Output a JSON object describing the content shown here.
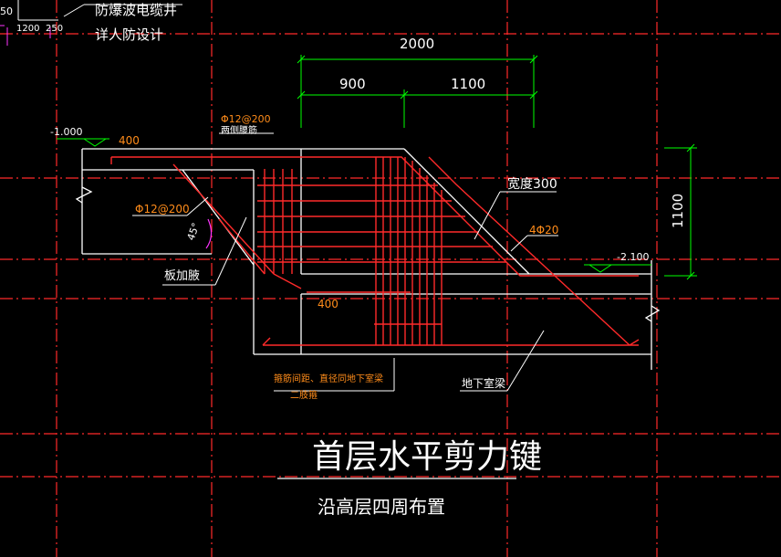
{
  "header": {
    "note_line1": "防爆波电缆井",
    "note_line2": "详人防设计",
    "corner_dims": [
      "50",
      "1200",
      "250"
    ]
  },
  "dimensions": {
    "total_width": "2000",
    "left_part": "900",
    "right_part": "1100",
    "height": "1100"
  },
  "levels": {
    "upper": "-1.000",
    "lower": "-2.100"
  },
  "annotations": {
    "top_bar": "400",
    "bottom_bar": "400",
    "waist_rebar": "Φ12@200",
    "waist_rebar_note": "两侧腰筋",
    "slab_rebar": "Φ12@200",
    "angle": "45°",
    "slab_haunch": "板加腋",
    "width_note": "宽度300",
    "main_rebar": "4Φ20",
    "stirrup_note_1": "箍筋间距、直径同地下室梁",
    "stirrup_note_2": "二肢箍",
    "basement_beam": "地下室梁"
  },
  "title": {
    "main": "首层水平剪力键",
    "sub": "沿高层四周布置"
  },
  "colors": {
    "background": "#000000",
    "outline": "#ffffff",
    "rebar": "#ff2a2a",
    "axis": "#ff2a2a",
    "dimension": "#00ff00",
    "text_orange": "#ff8c1a",
    "magenta": "#ff33ff"
  }
}
